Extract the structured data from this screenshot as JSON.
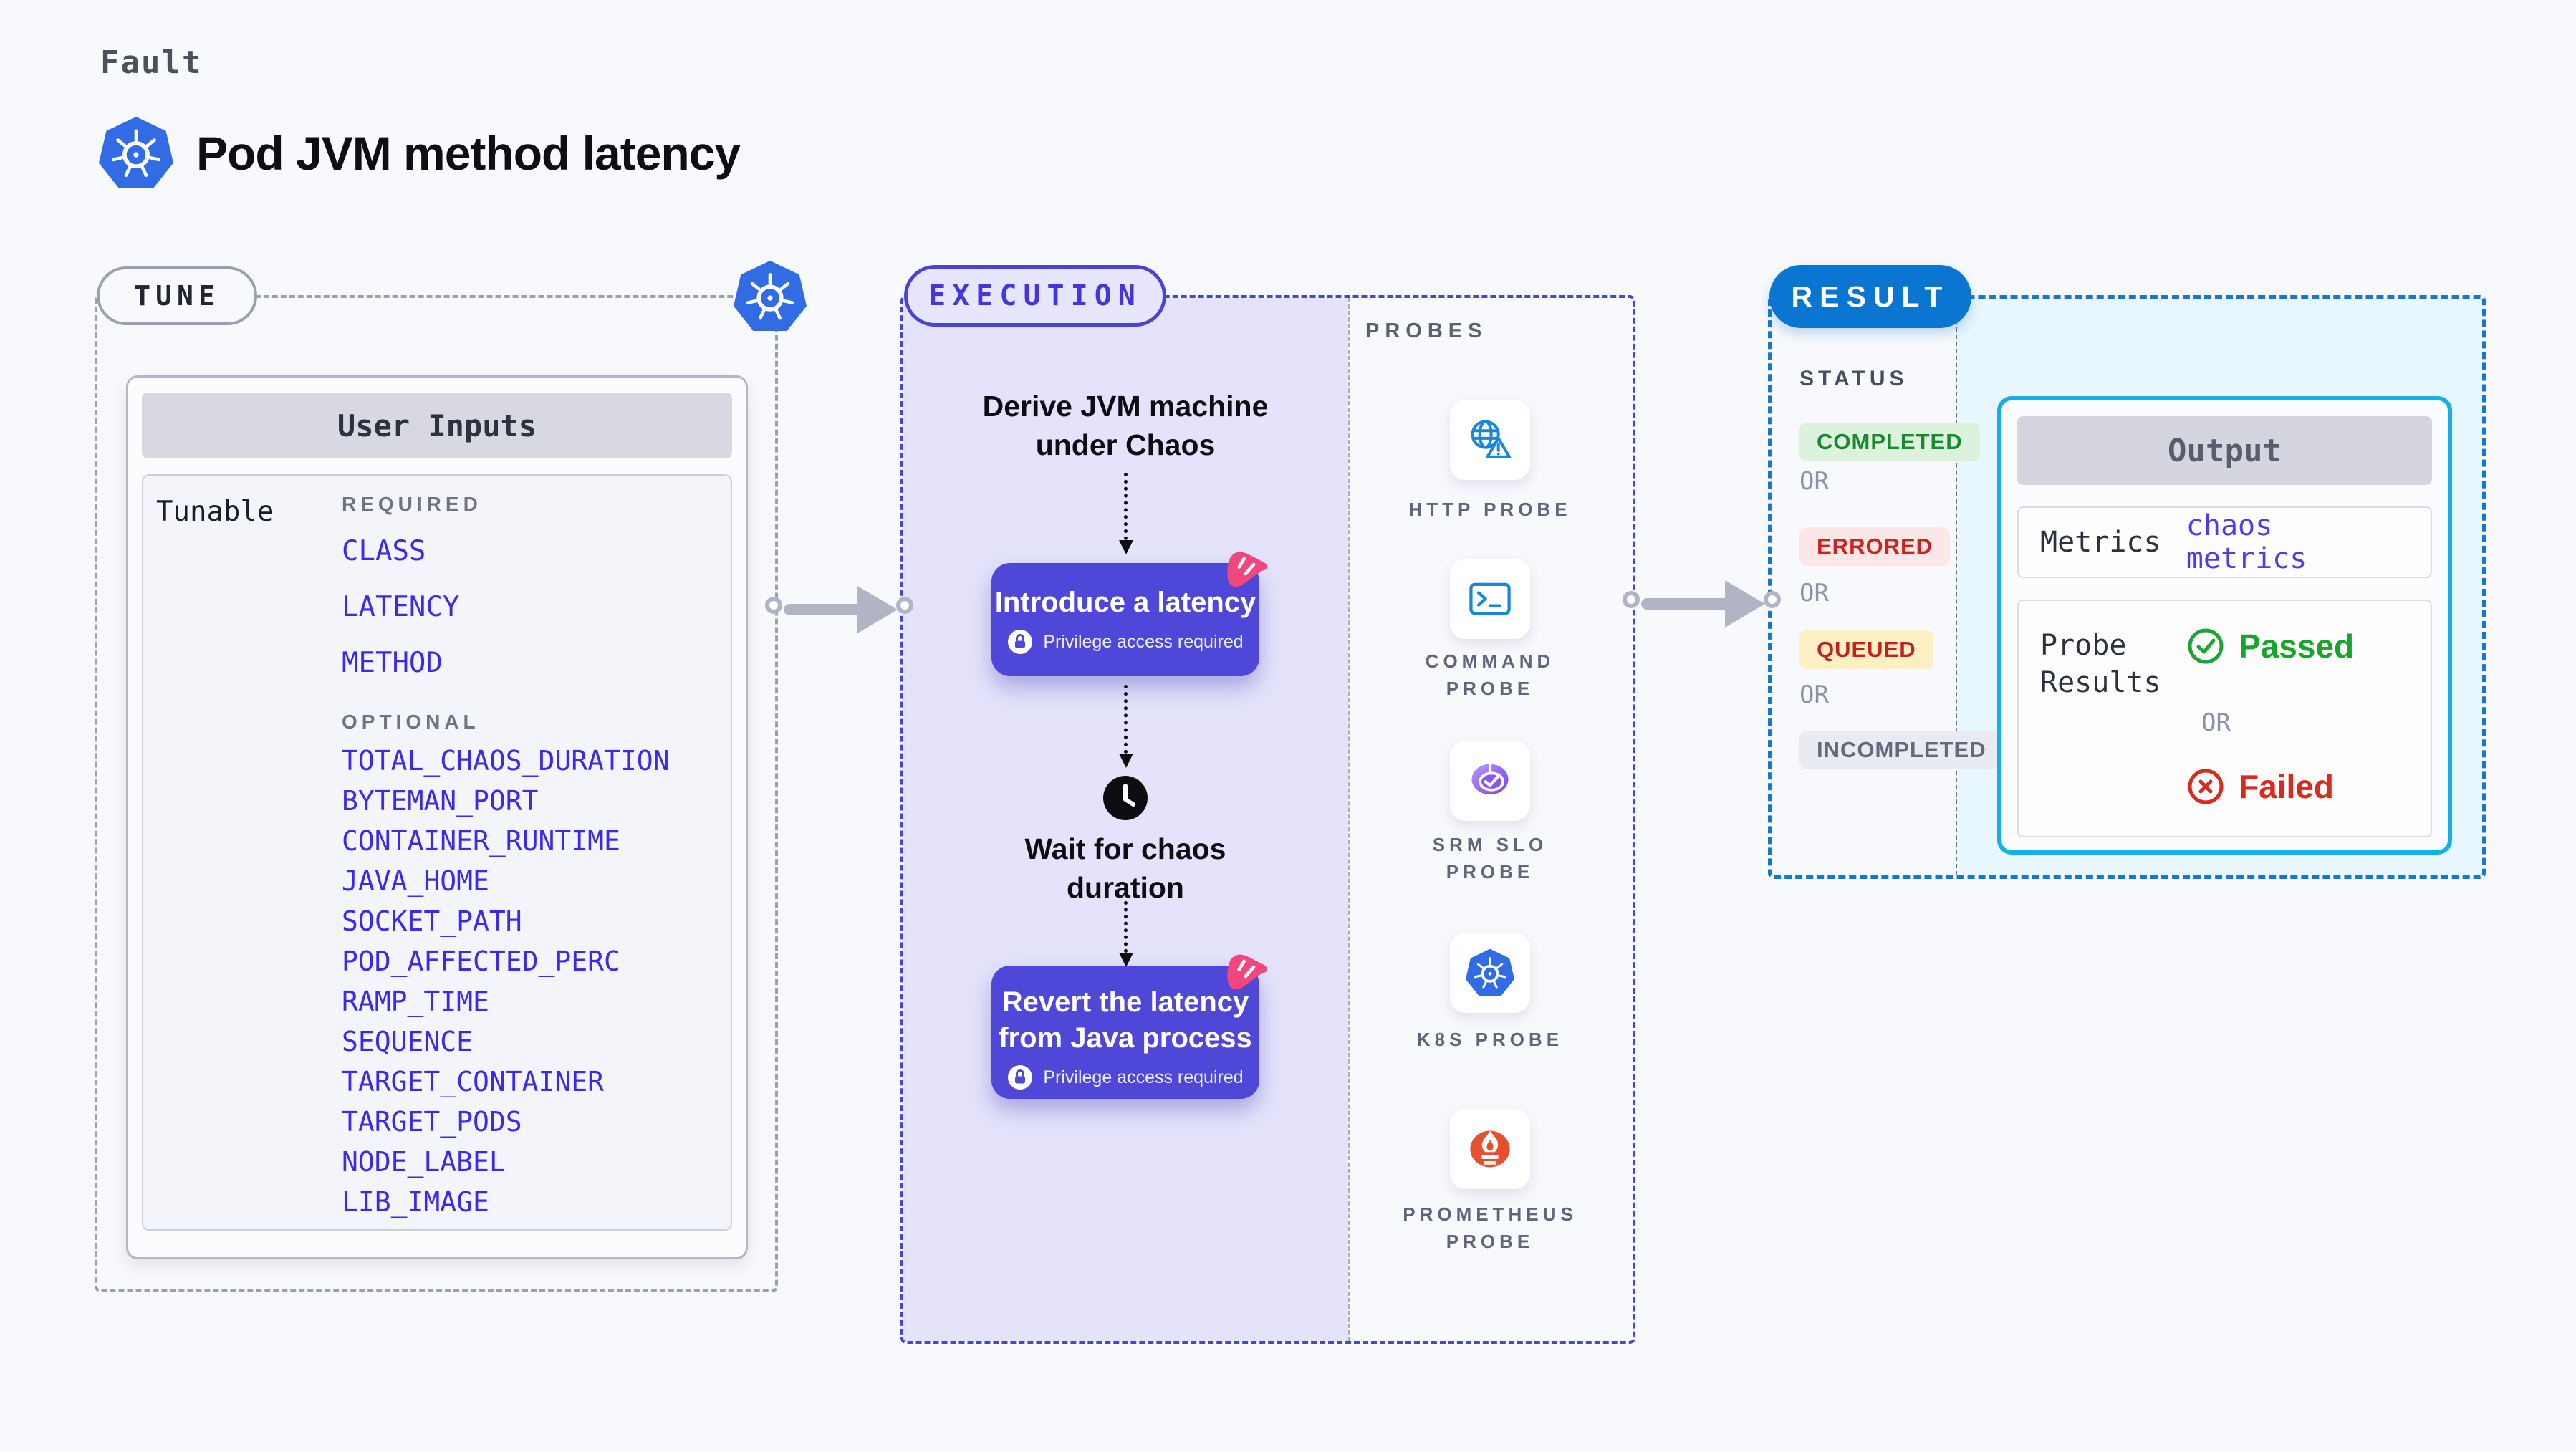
{
  "header": {
    "eyebrow": "Fault",
    "title": "Pod JVM method latency"
  },
  "tune": {
    "tag": "TUNE",
    "card_title": "User Inputs",
    "row_label": "Tunable",
    "required_label": "REQUIRED",
    "optional_label": "OPTIONAL",
    "required_items": [
      "CLASS",
      "LATENCY",
      "METHOD"
    ],
    "optional_items": [
      "TOTAL_CHAOS_DURATION",
      "BYTEMAN_PORT",
      "CONTAINER_RUNTIME",
      "JAVA_HOME",
      "SOCKET_PATH",
      "POD_AFFECTED_PERC",
      "RAMP_TIME",
      "SEQUENCE",
      "TARGET_CONTAINER",
      "TARGET_PODS",
      "NODE_LABEL",
      "LIB_IMAGE"
    ]
  },
  "execution": {
    "tag": "EXECUTION",
    "derive_line1": "Derive JVM machine",
    "derive_line2": "under Chaos",
    "introduce_title": "Introduce a latency",
    "privilege_badge": "Privilege access required",
    "wait_line1": "Wait for chaos",
    "wait_line2": "duration",
    "revert_line1": "Revert the latency",
    "revert_line2": "from Java process"
  },
  "probes": {
    "label": "PROBES",
    "items": [
      {
        "name": "http-probe",
        "line1": "HTTP PROBE",
        "line2": ""
      },
      {
        "name": "command-probe",
        "line1": "COMMAND",
        "line2": "PROBE"
      },
      {
        "name": "srm-slo-probe",
        "line1": "SRM SLO",
        "line2": "PROBE"
      },
      {
        "name": "k8s-probe",
        "line1": "K8S PROBE",
        "line2": ""
      },
      {
        "name": "prometheus-probe",
        "line1": "PROMETHEUS",
        "line2": "PROBE"
      }
    ]
  },
  "result": {
    "tag": "RESULT",
    "status_label": "STATUS",
    "or_label": "OR",
    "statuses": [
      {
        "label": "COMPLETED"
      },
      {
        "label": "ERRORED"
      },
      {
        "label": "QUEUED"
      },
      {
        "label": "INCOMPLETED"
      }
    ],
    "output": {
      "title": "Output",
      "metrics_label": "Metrics",
      "metrics_value": "chaos metrics",
      "probe_results_line1": "Probe",
      "probe_results_line2": "Results",
      "passed_label": "Passed",
      "failed_label": "Failed"
    }
  },
  "colors": {
    "accent_indigo": "#4f47d7",
    "execution_border": "#4a43d9",
    "result_blue": "#0b76d1",
    "output_border": "#14b0e8",
    "param_blue": "#3a29ee",
    "completed_green": "#178a31",
    "errored_red": "#cc2222",
    "queued_bg": "#fdf0c4",
    "passed_green": "#17a52c",
    "failed_red": "#da2a1e",
    "k8s_blue": "#326ce5",
    "prometheus_orange": "#e5512d",
    "pink_decoration": "#f2467e"
  }
}
